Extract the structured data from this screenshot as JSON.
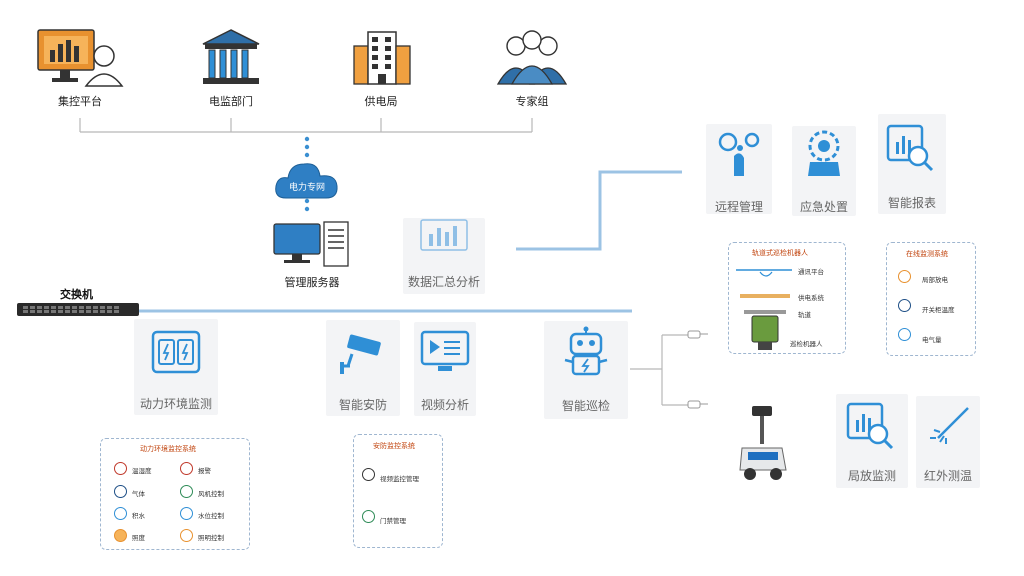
{
  "top_nodes": [
    "集控平台",
    "电监部门",
    "供电局",
    "专家组"
  ],
  "cloud_label": "电力专网",
  "server_label": "管理服务器",
  "data_summary_label": "数据汇总分析",
  "switch_label": "交换机",
  "right_top": [
    "远程管理",
    "应急处置",
    "智能报表"
  ],
  "rail_robot": {
    "title": "轨道式巡检机器人",
    "items": [
      "通讯平台",
      "供电系统",
      "轨道",
      "巡检机器人"
    ]
  },
  "online_monitor": {
    "title": "在线监测系统",
    "items": [
      "局部放电",
      "开关柜温度",
      "电气量"
    ]
  },
  "middle": [
    "动力环境监测",
    "智能安防",
    "视频分析",
    "智能巡检"
  ],
  "right_bottom": [
    "局放监测",
    "红外测温"
  ],
  "env_system": {
    "title": "动力环境监控系统",
    "items": [
      "温湿度",
      "报警",
      "气体",
      "风机控制",
      "积水",
      "水位控制",
      "照度",
      "照明控制"
    ]
  },
  "security_system": {
    "title": "安防监控系统",
    "items": [
      "视频监控管理",
      "门禁管理"
    ]
  },
  "colors": {
    "icon_blue": "#2f8fd6",
    "icon_orange": "#e8912f",
    "line_gray": "#b0b0b0",
    "bus_blue": "#9cc3e4"
  }
}
